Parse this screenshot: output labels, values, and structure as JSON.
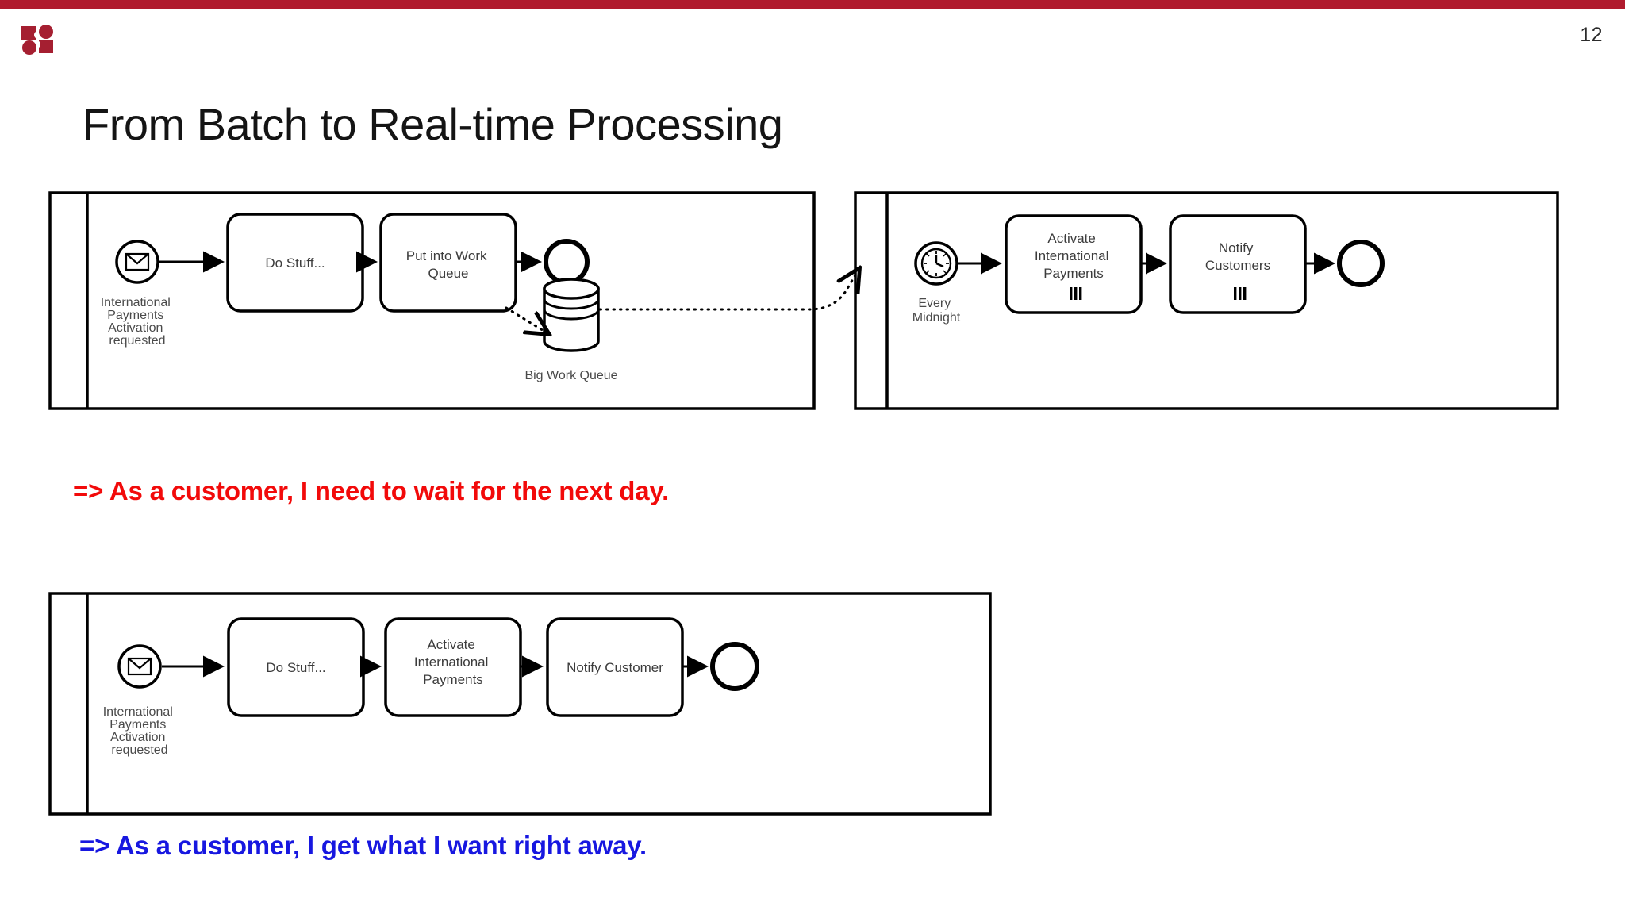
{
  "slide": {
    "page_number": "12",
    "title": "From Batch to Real-time Processing",
    "accent_color": "#b01b2e",
    "logo_name": "camunda-logo"
  },
  "batch_section": {
    "pool_left": {
      "start_event": {
        "icon": "message-envelope-icon",
        "label": "International\nPayments\nActivation\nrequested",
        "label_lines": [
          "International",
          "Payments",
          "Activation",
          "requested"
        ]
      },
      "tasks": [
        {
          "label_lines": [
            "Do Stuff..."
          ],
          "marker": "none"
        },
        {
          "label_lines": [
            "Put into Work",
            "Queue"
          ],
          "marker": "none"
        }
      ],
      "end_event": {
        "type": "end-event"
      },
      "data_store": {
        "label": "Big Work Queue",
        "icon": "database-cylinder-icon"
      }
    },
    "pool_right": {
      "start_event": {
        "icon": "timer-clock-icon",
        "label_lines": [
          "Every",
          "Midnight"
        ]
      },
      "tasks": [
        {
          "label_lines": [
            "Activate",
            "International",
            "Payments"
          ],
          "marker": "multi-instance-parallel"
        },
        {
          "label_lines": [
            "Notify",
            "Customers"
          ],
          "marker": "multi-instance-parallel"
        }
      ],
      "end_event": {
        "type": "end-event"
      }
    },
    "conclusion": "=> As a customer, I need to wait for the next day.",
    "conclusion_color": "#f20a0a"
  },
  "realtime_section": {
    "pool": {
      "start_event": {
        "icon": "message-envelope-icon",
        "label_lines": [
          "International",
          "Payments",
          "Activation",
          "requested"
        ]
      },
      "tasks": [
        {
          "label_lines": [
            "Do Stuff..."
          ],
          "marker": "none"
        },
        {
          "label_lines": [
            "Activate",
            "International",
            "Payments"
          ],
          "marker": "none"
        },
        {
          "label_lines": [
            "Notify Customer"
          ],
          "marker": "none"
        }
      ],
      "end_event": {
        "type": "end-event"
      }
    },
    "conclusion": "=> As a customer, I get what I want right away.",
    "conclusion_color": "#1717e0"
  }
}
